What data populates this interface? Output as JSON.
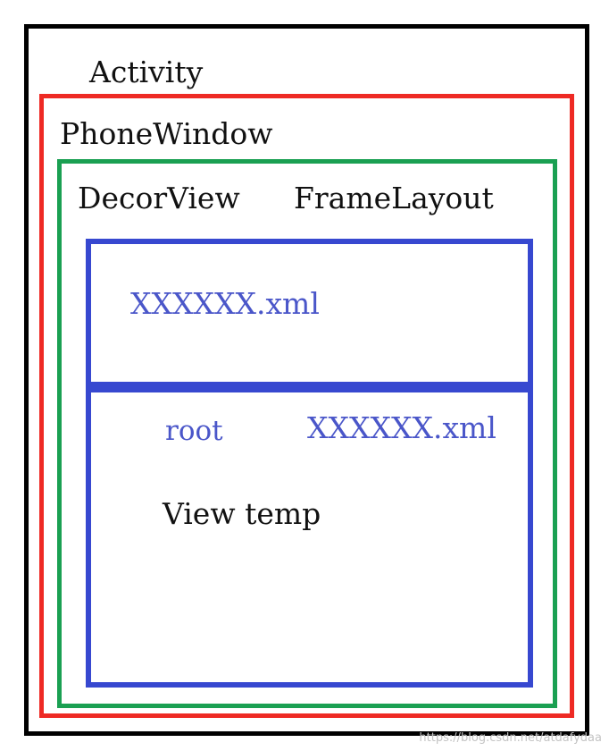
{
  "diagram": {
    "activity": {
      "label": "Activity",
      "color": "#000000"
    },
    "phone_window": {
      "label": "PhoneWindow",
      "color": "#ee2a24"
    },
    "decor_view": {
      "label": "DecorView",
      "frame_layout_label": "FrameLayout",
      "color": "#1aa052"
    },
    "content_top": {
      "label": "XXXXXX.xml",
      "color": "#3748d0"
    },
    "content_bottom": {
      "root_label": "root",
      "xml_label": "XXXXXX.xml",
      "view_label": "View temp",
      "color": "#3748d0"
    }
  },
  "watermark": "https://blog.csdn.net/atdafydaa"
}
